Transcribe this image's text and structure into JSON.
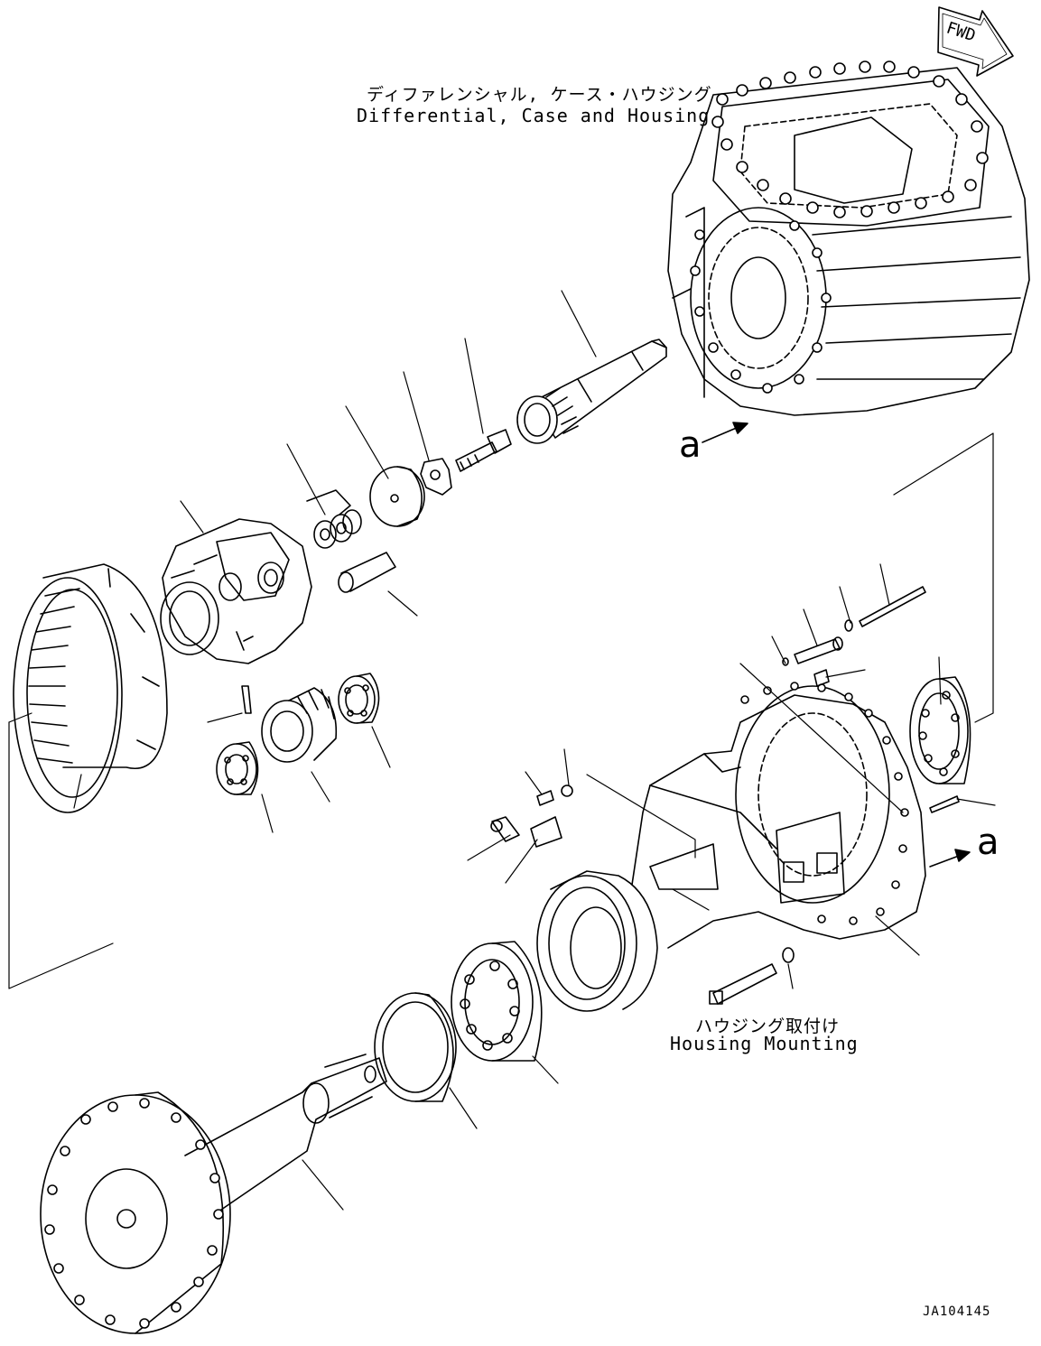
{
  "labels": {
    "differential_jp": "ディファレンシャル, ケース・ハウジング",
    "differential_en": "Differential, Case and Housing",
    "housing_mount_jp": "ハウジング取付け",
    "housing_mount_en": "Housing Mounting",
    "fwd": "FWD",
    "ref_a_top": "a",
    "ref_a_right": "a",
    "drawing_code": "JA104145"
  }
}
